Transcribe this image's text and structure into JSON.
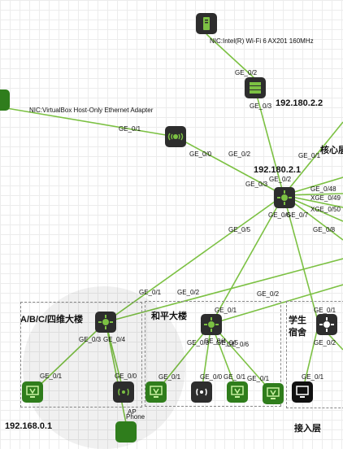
{
  "colors": {
    "link": "#7cc143",
    "device_dark": "#2d2d2d",
    "device_green": "#2f7d1c"
  },
  "labels": {
    "nic_wifi": "NIC:Intel(R) Wi-Fi 6 AX201 160MHz",
    "nic_vbox": "NIC:VirtualBox Host-Only Ethernet Adapter",
    "ge02_server": "GE_0/2",
    "ge03_server": "GE_0/3",
    "ip_server": "192.180.2.2",
    "core_partial": "核心层",
    "ge01_router": "GE_0/1",
    "ge00_router": "GE_0/0",
    "ge02_router": "GE_0/2",
    "ge01_core_in": "GE_0/1",
    "ip_core": "192.180.2.1",
    "ge02_core": "GE_0/2",
    "ge03_core": "GE_0/3",
    "ge048": "GE_0/48",
    "xge049": "XGE_0/49",
    "xge050": "XGE_0/50",
    "ge06": "GE_0/6",
    "ge07": "GE_0/7",
    "ge05": "GE_0/5",
    "ge08": "GE_0/8",
    "ge01_abc": "GE_0/1",
    "ge02_abc": "GE_0/2",
    "ge02_heping": "GE_0/2",
    "zone_abc": "A/B/C/四维大楼",
    "zone_heping": "和平大楼",
    "zone_dorm_1": "学生",
    "zone_dorm_2": "宿舍",
    "ge01_heping": "GE_0/1",
    "ge01_dorm": "GE_0/1",
    "ge03_abc": "GE_0/3",
    "ge04_abc": "GE_0/4",
    "ge03_heping": "GE_0/3",
    "ge04_heping": "GE_0/4",
    "ge05_heping": "GE_0/5",
    "ge06_heping": "GE_0/6",
    "ge02_dorm": "GE_0/2",
    "ge01_abc_pc": "GE_0/1",
    "ge00_abc_ap": "GE_0/0",
    "ge01_heping_pc": "GE_0/1",
    "ge00_heping_ap": "GE_0/0",
    "ge01_heping_pc2": "GE_0/1",
    "ge01_heping_pc3": "GE_0/1",
    "ge01_dorm_pc": "GE_0/1",
    "phone_ap": "AP",
    "phone": "Phone",
    "ip_bottom": "192.168.0.1",
    "access_partial": "接入层"
  },
  "icons": {
    "pc_top": "pc-tower-icon",
    "server": "server-icon",
    "router": "router-icon",
    "core_switch": "core-switch-icon",
    "pc_left": "pc-monitor-icon",
    "switch_abc": "switch-icon",
    "switch_heping": "switch-icon",
    "switch_dorm": "switch-icon",
    "ap": "wireless-ap-icon",
    "pc_monitor": "pc-monitor-icon",
    "phone": "phone-icon"
  }
}
